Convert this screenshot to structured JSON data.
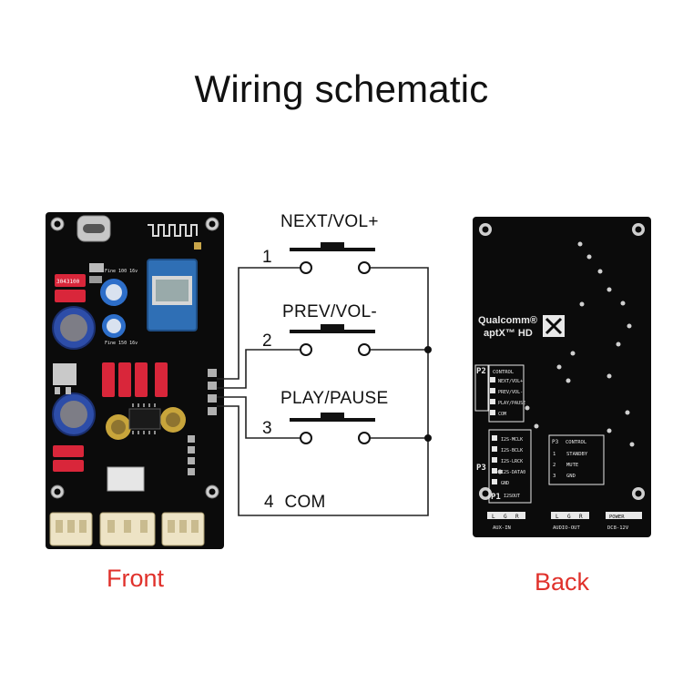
{
  "title": "Wiring schematic",
  "front_label": "Front",
  "back_label": "Back",
  "buttons": [
    {
      "number": "1",
      "name": "NEXT/VOL+"
    },
    {
      "number": "2",
      "name": "PREV/VOL-"
    },
    {
      "number": "3",
      "name": "PLAY/PAUSE"
    }
  ],
  "com_label": "4 COM",
  "front_silkscreen": {
    "cap_a": "Fine 100 16v",
    "cap_b": "Fine 150 16v",
    "resistor": "3043100"
  },
  "back_silkscreen": {
    "brand": "Qualcomm®",
    "codec": "aptX™ HD",
    "p2_header": "P2",
    "p2_title": "CONTROL",
    "p2_pins": [
      "NEXT/VOL+",
      "PREV/VOL-",
      "PLAY/PAUSE",
      "COM"
    ],
    "p3_header": "P3",
    "i2s_pins": [
      "I2S-MCLK",
      "I2S-BCLK",
      "I2S-LRCK",
      "I2S-DATA0",
      "GND"
    ],
    "p1_header": "P1",
    "p1_title": "I2SOUT",
    "p3_title": "CONTROL",
    "p3_pins": [
      {
        "num": "1",
        "name": "STANDBY"
      },
      {
        "num": "2",
        "name": "MUTE"
      },
      {
        "num": "3",
        "name": "GND"
      }
    ],
    "bottom_labels": [
      "AUX-IN",
      "AUDIO-OUT",
      "POWER"
    ],
    "power_voltage": "DC8-12V",
    "lr_marks": [
      "L",
      "G",
      "R"
    ]
  },
  "colors": {
    "board": "#0b0b0b",
    "silk": "#e8e8e8",
    "label_red": "#e0312b",
    "resistor": "#d9263a",
    "bt_module": "#2f6fb5"
  }
}
